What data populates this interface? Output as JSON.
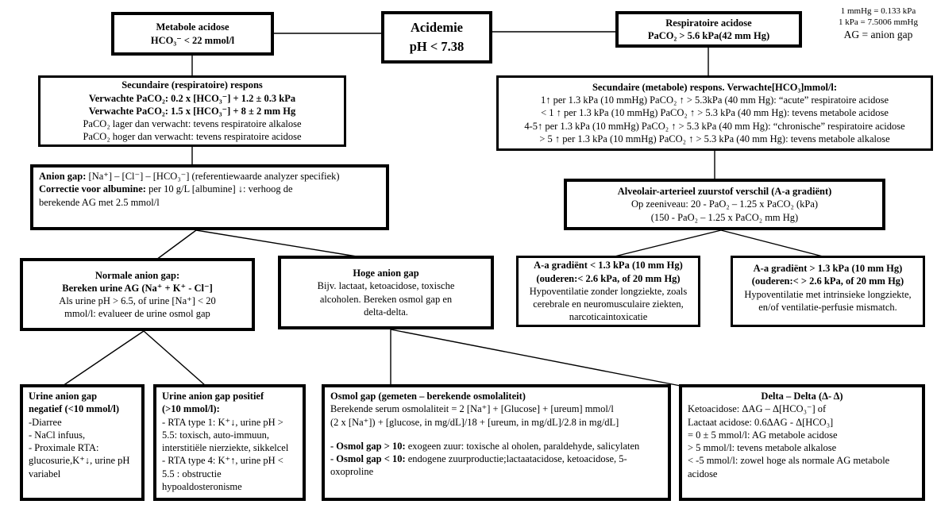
{
  "diagram_title": "Acidemie flowchart",
  "notes": {
    "conv1": "1 mmHg = 0.133 kPa",
    "conv2": "1 kPa = 7.5006 mmHg",
    "abbr": "AG = anion gap"
  },
  "boxes": {
    "acidemie": {
      "title": "Acidemie",
      "subtitle": "pH < 7.38"
    },
    "metabole": {
      "title": "Metabole acidose",
      "subtitle": "HCO₃⁻ < 22 mmol/l"
    },
    "respiratoire": {
      "title": "Respiratoire acidose",
      "subtitle": "PaCO₂ > 5.6 kPa(42 mm Hg)"
    },
    "sec_resp": {
      "title": "Secundaire (respiratoire) respons",
      "formula1": "Verwachte PaCO₂: 0.2 x [HCO₃⁻] + 1.2 ± 0.3 kPa",
      "formula2": "Verwachte PaCO₂: 1.5 x [HCO₃⁻] + 8 ± 2 mm Hg",
      "line1": "PaCO₂ lager dan verwacht: tevens respiratoire alkalose",
      "line2": "PaCO₂ hoger dan verwacht: tevens respiratoire acidose"
    },
    "sec_met": {
      "title": "Secundaire (metabole) respons. Verwachte[HCO₃]mmol/l:",
      "lines": [
        "1↑ per 1.3 kPa (10 mmHg) PaCO₂ ↑ > 5.3kPa (40 mm Hg): “acute” respiratoire acidose",
        "< 1 ↑ per 1.3 kPa (10 mmHg) PaCO₂ ↑ > 5.3 kPa (40 mm Hg): tevens metabole acidose",
        "4-5↑ per 1.3 kPa (10 mmHg) PaCO₂ ↑ > 5.3 kPa (40 mm Hg): “chronische” respiratoire acidose",
        "> 5 ↑ per 1.3 kPa (10 mmHg) PaCO₂ ↑ > 5.3 kPa (40 mm Hg): tevens metabole alkalose"
      ]
    },
    "anion_gap": {
      "label1": "Anion gap:",
      "text1": " [Na⁺] – [Cl⁻] – [HCO₃⁻] (referentiewaarde analyzer specifiek)",
      "label2": "Correctie voor albumine:",
      "text2": " per 10 g/L [albumine] ↓: verhoog de",
      "line3": "berekende AG met 2.5 mmol/l"
    },
    "alveolair": {
      "title": "Alveolair-arterieel zuurstof verschil (A-a gradiënt)",
      "line1": "Op zeeniveau: 20 - PaO₂ – 1.25 x PaCO₂ (kPa)",
      "line2": "(150 - PaO₂ – 1.25 x PaCO₂ mm Hg)"
    },
    "normale_ag": {
      "title1": "Normale anion gap:",
      "title2": "Bereken urine AG (Na⁺ + K⁺  - Cl⁻]",
      "line1": "Als urine pH > 6.5, of urine [Na⁺] < 20",
      "line2": "mmol/l: evalueer de urine osmol gap"
    },
    "hoge_ag": {
      "title": "Hoge anion gap",
      "line1": "Bijv. lactaat, ketoacidose, toxische",
      "line2": "alcoholen. Bereken osmol gap en",
      "line3": "delta-delta."
    },
    "aa_low": {
      "title1": "A-a gradiënt < 1.3 kPa (10 mm Hg)",
      "title2": "(ouderen:< 2.6 kPa, of 20 mm Hg)",
      "line1": "Hypoventilatie zonder longziekte, zoals",
      "line2": "cerebrale en neuromusculaire ziekten,",
      "line3": "narcoticaintoxicatie"
    },
    "aa_high": {
      "title1": "A-a gradiënt > 1.3 kPa (10 mm Hg)",
      "title2": "(ouderen:< > 2.6 kPa, of 20 mm Hg)",
      "line1": "Hypoventilatie met intrinsieke longziekte,",
      "line2": "en/of ventilatie-perfusie mismatch."
    },
    "uag_neg": {
      "title1": "Urine anion gap",
      "title2": "negatief (<10 mmol/l)",
      "lines": [
        " -Diarree",
        "- NaCl infuus,",
        "- Proximale RTA:",
        "glucosurie,K⁺↓, urine pH",
        "variabel"
      ]
    },
    "uag_pos": {
      "title1": "Urine anion gap positief",
      "title2": "(>10 mmol/l):",
      "lines": [
        "- RTA type 1: K⁺↓, urine pH >",
        "5.5: toxisch, auto-immuun,",
        "interstitiële nierziekte, sikkelcel",
        "- RTA type 4: K⁺↑, urine pH <",
        "5.5 : obstructie",
        "hypoaldosteronisme"
      ]
    },
    "osmol": {
      "title": "Osmol gap (gemeten – berekende osmolaliteit)",
      "line1": "Berekende serum osmolaliteit = 2 [Na⁺] + [Glucose] + [ureum] mmol/l",
      "line2": " (2  x  [Na⁺])  +  [glucose, in mg/dL]/18  + [ureum, in mg/dL]/2.8 in mg/dL]",
      "b1_label": "- Osmol gap > 10:",
      "b1_text": " exogeen zuur: toxische al oholen, paraldehyde, salicylaten",
      "b2_label": "- Osmol gap < 10:",
      "b2_text": " endogene zuurproductie;lactaatacidose, ketoacidose, 5-",
      "line3": "oxoproline"
    },
    "delta": {
      "title": "Delta – Delta (Δ- Δ)",
      "lines": [
        "Ketoacidose: ΔAG – Δ[HCO₃⁻] of",
        "Lactaat acidose: 0.6ΔAG - Δ[HCO₃]",
        "= 0 ± 5 mmol/l: AG metabole acidose",
        "> 5 mmol/l: tevens metabole alkalose",
        "< -5 mmol/l: zowel hoge als normale AG metabole",
        "acidose"
      ]
    }
  }
}
